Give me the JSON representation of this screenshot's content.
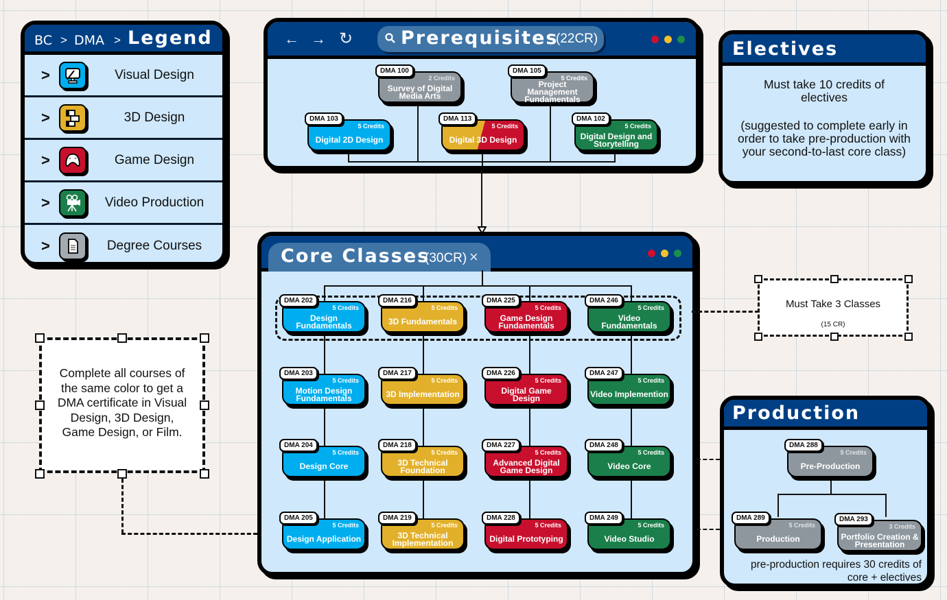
{
  "legend": {
    "breadcrumb": [
      "BC",
      "DMA"
    ],
    "separator": ">",
    "title": "Legend",
    "items": [
      {
        "label": "Visual Design",
        "icon": "monitor-stylus-icon",
        "color": "#00aeef"
      },
      {
        "label": "3D Design",
        "icon": "cubes-icon",
        "color": "#e2b02a"
      },
      {
        "label": "Game Design",
        "icon": "gamepad-icon",
        "color": "#c8102e"
      },
      {
        "label": "Video Production",
        "icon": "film-camera-icon",
        "color": "#1b7f4b"
      },
      {
        "label": "Degree Courses",
        "icon": "document-icon",
        "color": "#8f979e"
      }
    ],
    "chevron": ">"
  },
  "prerequisites": {
    "title": "Prerequisites",
    "credits": "(22CR)",
    "nav": {
      "back": "←",
      "forward": "→",
      "reload": "↻",
      "search": "search-icon"
    },
    "window_dots": [
      "#d0102e",
      "#f2c12e",
      "#1b8f4b"
    ],
    "courses": [
      {
        "code": "DMA 100",
        "credits": "2 Credits",
        "name": "Survey of Digital Media Arts",
        "color": "gray"
      },
      {
        "code": "DMA 105",
        "credits": "5 Credits",
        "name": "Project Management Fundamentals",
        "color": "gray"
      },
      {
        "code": "DMA 103",
        "credits": "5 Credits",
        "name": "Digital 2D Design",
        "color": "blue"
      },
      {
        "code": "DMA 113",
        "credits": "5 Credits",
        "name": "Digital 3D Design",
        "color": "yellow-red"
      },
      {
        "code": "DMA 102",
        "credits": "5 Credits",
        "name": "Digital Design and Storytelling",
        "color": "green"
      }
    ]
  },
  "electives": {
    "title": "Electives",
    "line1": "Must take 10 credits of electives",
    "line2": "(suggested to complete early in order to take pre-production with your second-to-last core class)"
  },
  "core": {
    "title": "Core Classes",
    "credits": "(30CR)",
    "close": "×",
    "window_dots": [
      "#d0102e",
      "#f2c12e",
      "#1b8f4b"
    ],
    "columns": [
      {
        "color": "blue",
        "courses": [
          {
            "code": "DMA 202",
            "credits": "5 Credits",
            "name": "Design Fundamentals"
          },
          {
            "code": "DMA 203",
            "credits": "5 Credits",
            "name": "Motion Design Fundamentals"
          },
          {
            "code": "DMA 204",
            "credits": "5 Credits",
            "name": "Design Core"
          },
          {
            "code": "DMA 205",
            "credits": "5 Credits",
            "name": "Design Application"
          }
        ]
      },
      {
        "color": "yellow",
        "courses": [
          {
            "code": "DMA 216",
            "credits": "5 Credits",
            "name": "3D Fundamentals"
          },
          {
            "code": "DMA 217",
            "credits": "5 Credits",
            "name": "3D Implementation"
          },
          {
            "code": "DMA 218",
            "credits": "5 Credits",
            "name": "3D Technical Foundation"
          },
          {
            "code": "DMA 219",
            "credits": "5 Credits",
            "name": "3D Technical Implementation"
          }
        ]
      },
      {
        "color": "red",
        "courses": [
          {
            "code": "DMA 225",
            "credits": "5 Credits",
            "name": "Game Design Fundamentals"
          },
          {
            "code": "DMA 226",
            "credits": "5 Credits",
            "name": "Digital Game Design"
          },
          {
            "code": "DMA 227",
            "credits": "5 Credits",
            "name": "Advanced Digital Game Design"
          },
          {
            "code": "DMA 228",
            "credits": "5 Credits",
            "name": "Digital Prototyping"
          }
        ]
      },
      {
        "color": "green",
        "courses": [
          {
            "code": "DMA 246",
            "credits": "5 Credits",
            "name": "Video Fundamentals"
          },
          {
            "code": "DMA 247",
            "credits": "5 Credits",
            "name": "Video Implemention"
          },
          {
            "code": "DMA 248",
            "credits": "5 Credits",
            "name": "Video Core"
          },
          {
            "code": "DMA 249",
            "credits": "5 Credits",
            "name": "Video Studio"
          }
        ]
      }
    ]
  },
  "notes": {
    "must_take": {
      "title": "Must Take 3 Classes",
      "sub": "(15 CR)"
    },
    "certificate": "Complete all courses of the same color to get a DMA certificate in Visual Design, 3D Design, Game Design, or Film."
  },
  "production": {
    "title": "Production",
    "courses": [
      {
        "code": "DMA 288",
        "credits": "5 Credits",
        "name": "Pre-Production"
      },
      {
        "code": "DMA 289",
        "credits": "5 Credits",
        "name": "Production"
      },
      {
        "code": "DMA 293",
        "credits": "3 Credits",
        "name": "Portfolio Creation & Presentation"
      }
    ],
    "footnote": "pre-production requires 30 credits of core + electives"
  }
}
